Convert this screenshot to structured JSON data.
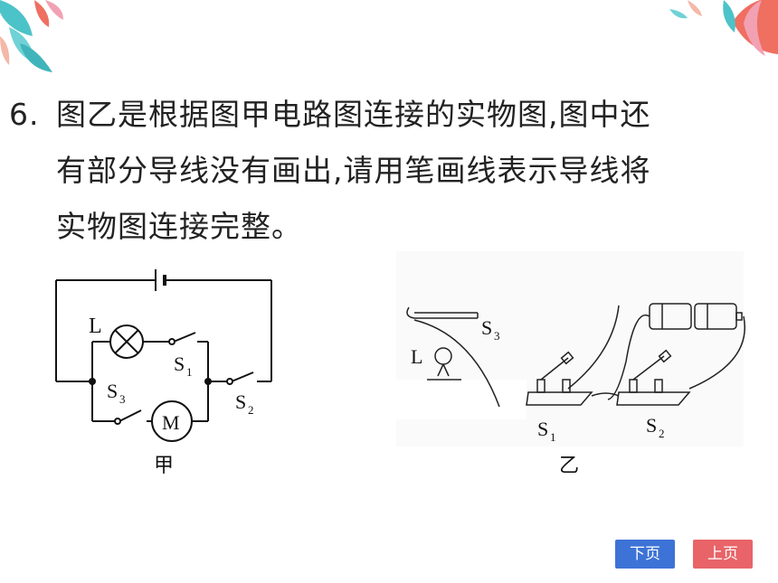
{
  "question": {
    "number": "6.",
    "lines": [
      "图乙是根据图甲电路图连接的实物图,图中还",
      "有部分导线没有画出,请用笔画线表示导线将",
      "实物图连接完整。"
    ]
  },
  "figure_jia": {
    "caption": "甲",
    "lamp_label": "L",
    "motor_label": "M",
    "switch1_label": "S",
    "switch1_sub": "1",
    "switch2_label": "S",
    "switch2_sub": "2",
    "switch3_label": "S",
    "switch3_sub": "3"
  },
  "figure_yi": {
    "caption": "乙",
    "lamp_label": "L",
    "switch1_label": "S",
    "switch1_sub": "1",
    "switch2_label": "S",
    "switch2_sub": "2",
    "switch3_label": "S",
    "switch3_sub": "3"
  },
  "nav": {
    "next_label": "下页",
    "prev_label": "上页"
  },
  "colors": {
    "next_button": "#3d73d6",
    "prev_button": "#e86469",
    "leaf_teal": "#4cc3c9",
    "leaf_coral": "#ef6f61",
    "leaf_pink": "#f2a1b3"
  }
}
